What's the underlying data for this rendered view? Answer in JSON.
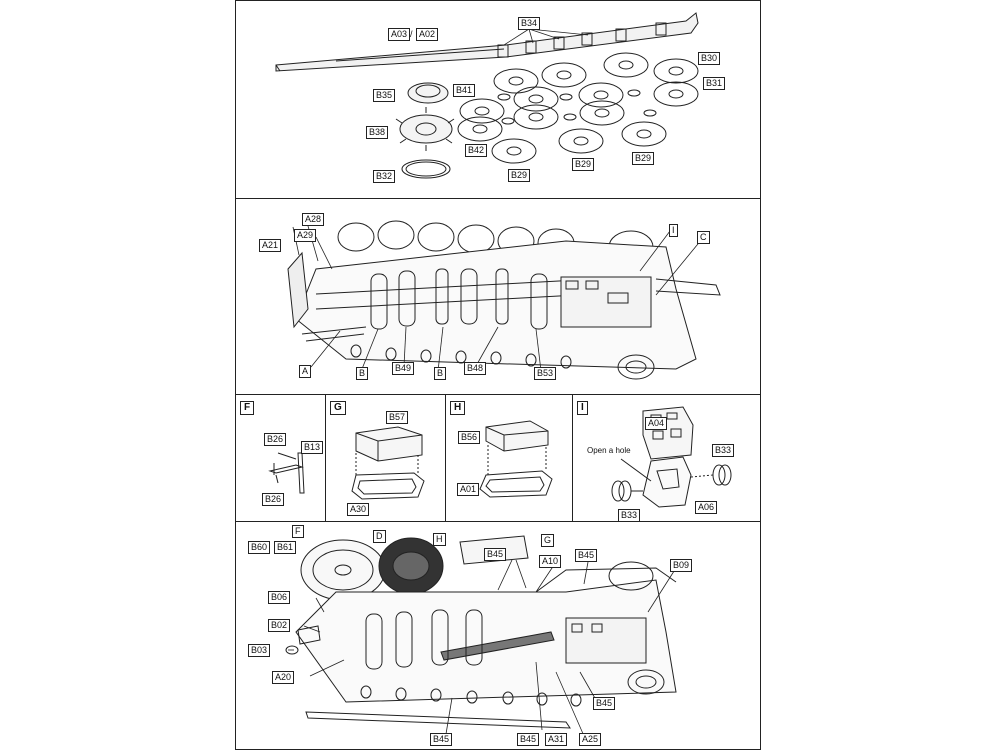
{
  "step1": {
    "labels": {
      "a03": "A03",
      "slash": "/",
      "a02": "A02",
      "b34": "B34",
      "b30": "B30",
      "b31": "B31",
      "b35": "B35",
      "b41": "B41",
      "b38": "B38",
      "b42": "B42",
      "b29a": "B29",
      "b29b": "B29",
      "b29c": "B29",
      "b32": "B32"
    }
  },
  "step2": {
    "labels": {
      "a28": "A28",
      "a29": "A29",
      "a21": "A21",
      "i": "I",
      "c": "C",
      "a": "A",
      "b1": "B",
      "b49": "B49",
      "b2": "B",
      "b48": "B48",
      "b53": "B53"
    }
  },
  "sub_f": {
    "title": "F",
    "labels": {
      "b26a": "B26",
      "b13": "B13",
      "b26b": "B26"
    }
  },
  "sub_g": {
    "title": "G",
    "labels": {
      "b57": "B57",
      "a30": "A30"
    }
  },
  "sub_h": {
    "title": "H",
    "labels": {
      "b56": "B56",
      "a01": "A01"
    }
  },
  "sub_i": {
    "title": "I",
    "note": "Open a hole",
    "labels": {
      "a04": "A04",
      "b33a": "B33",
      "b33b": "B33",
      "a06": "A06"
    }
  },
  "step3": {
    "labels": {
      "f": "F",
      "d": "D",
      "h": "H",
      "g": "G",
      "b60": "B60",
      "b61": "B61",
      "b45a": "B45",
      "a10": "A10",
      "b45b": "B45",
      "b09": "B09",
      "b06": "B06",
      "b02": "B02",
      "b03": "B03",
      "a20": "A20",
      "b45c": "B45",
      "b45d": "B45",
      "a31": "A31",
      "a25": "A25",
      "b45e": "B45"
    }
  }
}
